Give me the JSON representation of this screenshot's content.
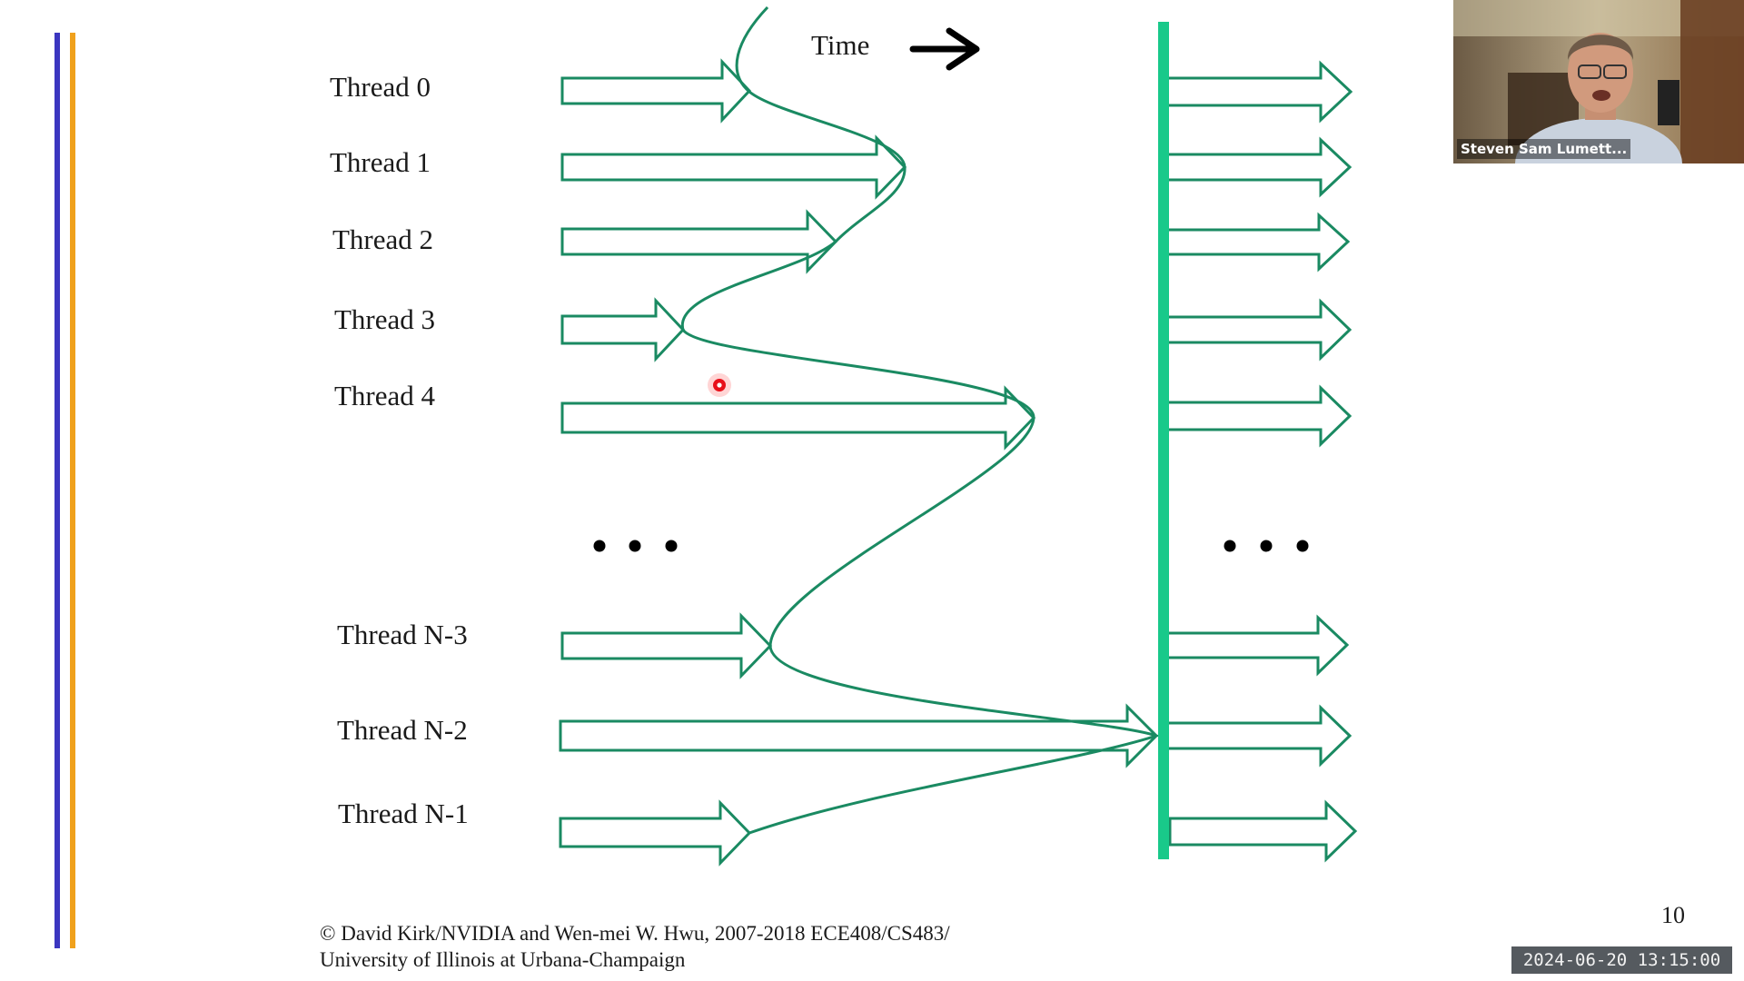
{
  "slide": {
    "time_label": "Time",
    "threads": [
      {
        "label": "Thread 0"
      },
      {
        "label": "Thread 1"
      },
      {
        "label": "Thread 2"
      },
      {
        "label": "Thread 3"
      },
      {
        "label": "Thread 4"
      },
      {
        "label": "Thread N-3"
      },
      {
        "label": "Thread N-2"
      },
      {
        "label": "Thread N-1"
      }
    ],
    "ellipsis_icon": "three-dots",
    "copyright_line1": "© David Kirk/NVIDIA and Wen-mei W. Hwu, 2007-2018 ECE408/CS483/",
    "copyright_line2": "University of Illinois at Urbana-Champaign",
    "page_number": "10",
    "colors": {
      "arrow_outline": "#1a8a62",
      "barrier": "#19c98a",
      "accent_blue": "#3b36c0",
      "accent_orange": "#f0a11c",
      "time_arrow": "#000000",
      "pointer": "#e8101a"
    }
  },
  "webcam": {
    "participant_name": "Steven Sam Lumett..."
  },
  "timestamp": "2024-06-20  13:15:00"
}
